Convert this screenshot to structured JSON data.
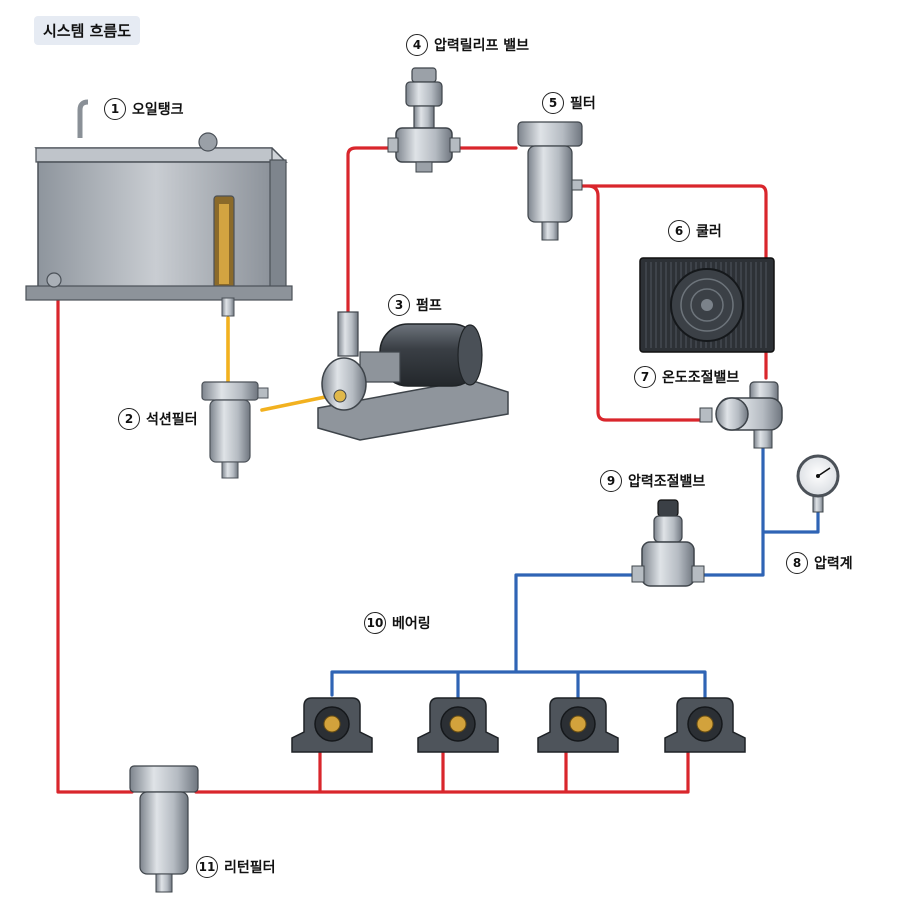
{
  "title": "시스템 흐름도",
  "colors": {
    "return_line": "#d9262c",
    "suction_line": "#f2b11f",
    "supply_line": "#2f64b5",
    "metal": "#aeb4bb",
    "metal_dark": "#5d6570",
    "metal_light": "#d9dde2"
  },
  "components": [
    {
      "id": "oil-tank",
      "number": "1",
      "label": "오일탱크",
      "icon": "tank-icon"
    },
    {
      "id": "suction-filter",
      "number": "2",
      "label": "석션필터",
      "icon": "filter-icon"
    },
    {
      "id": "pump",
      "number": "3",
      "label": "펌프",
      "icon": "pump-icon"
    },
    {
      "id": "relief-valve",
      "number": "4",
      "label": "압력릴리프 밸브",
      "icon": "valve-icon"
    },
    {
      "id": "filter",
      "number": "5",
      "label": "필터",
      "icon": "filter-icon"
    },
    {
      "id": "cooler",
      "number": "6",
      "label": "쿨러",
      "icon": "cooler-icon"
    },
    {
      "id": "temp-valve",
      "number": "7",
      "label": "온도조절밸브",
      "icon": "valve-icon"
    },
    {
      "id": "pressure-gauge",
      "number": "8",
      "label": "압력계",
      "icon": "gauge-icon"
    },
    {
      "id": "pressure-valve",
      "number": "9",
      "label": "압력조절밸브",
      "icon": "valve-icon"
    },
    {
      "id": "bearing",
      "number": "10",
      "label": "베어링",
      "icon": "bearing-icon"
    },
    {
      "id": "return-filter",
      "number": "11",
      "label": "리턴필터",
      "icon": "filter-icon"
    }
  ]
}
